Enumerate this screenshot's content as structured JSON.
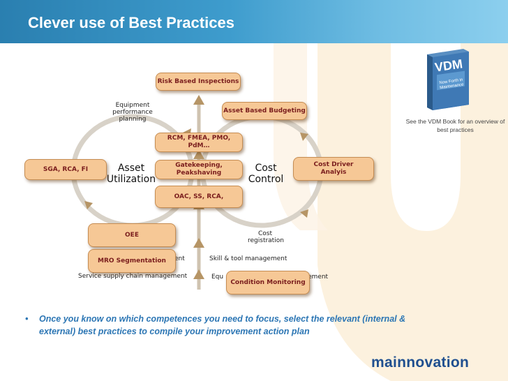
{
  "header": {
    "title": "Clever use of Best Practices"
  },
  "diagram": {
    "pills": {
      "risk": "Risk Based Inspections",
      "budget": "Asset Based Budgeting",
      "rcm": "RCM, FMEA, PMO, PdM…",
      "sga": "SGA, RCA, FI",
      "gatekeeping": "Gatekeeping, Peakshaving",
      "cost_driver": "Cost Driver Analyis",
      "oac": "OAC, SS, RCA,",
      "oee": "OEE",
      "mro": "MRO Segmentation",
      "condition": "Condition Monitoring"
    },
    "labels": {
      "equipment_planning": "Equipment performance planning",
      "asset_utilization": "Asset Utilization",
      "cost_control": "Cost Control",
      "cost_registration": "Cost registration",
      "skill_tool": "Skill & tool management",
      "service_supply": "Service supply chain management",
      "partial_left": "ent",
      "partial_right_a": "Equ",
      "partial_right_b": "ement"
    }
  },
  "sidebar": {
    "book_title": "VDM",
    "book_subtitle": "Now Forth in Maintenance",
    "note": "See the VDM Book for an overview of best practices"
  },
  "bullet": {
    "marker": "•",
    "text": "Once you know on which competences you need to focus, select the relevant (internal & external) best practices to compile your improvement action plan"
  },
  "logo": {
    "text": "mainnovation"
  },
  "colors": {
    "header": "#3e9ccd",
    "pill": "#f6c896",
    "pill_text": "#7a1d1d",
    "bullet": "#2c76b4",
    "arrow": "#c8a878"
  }
}
